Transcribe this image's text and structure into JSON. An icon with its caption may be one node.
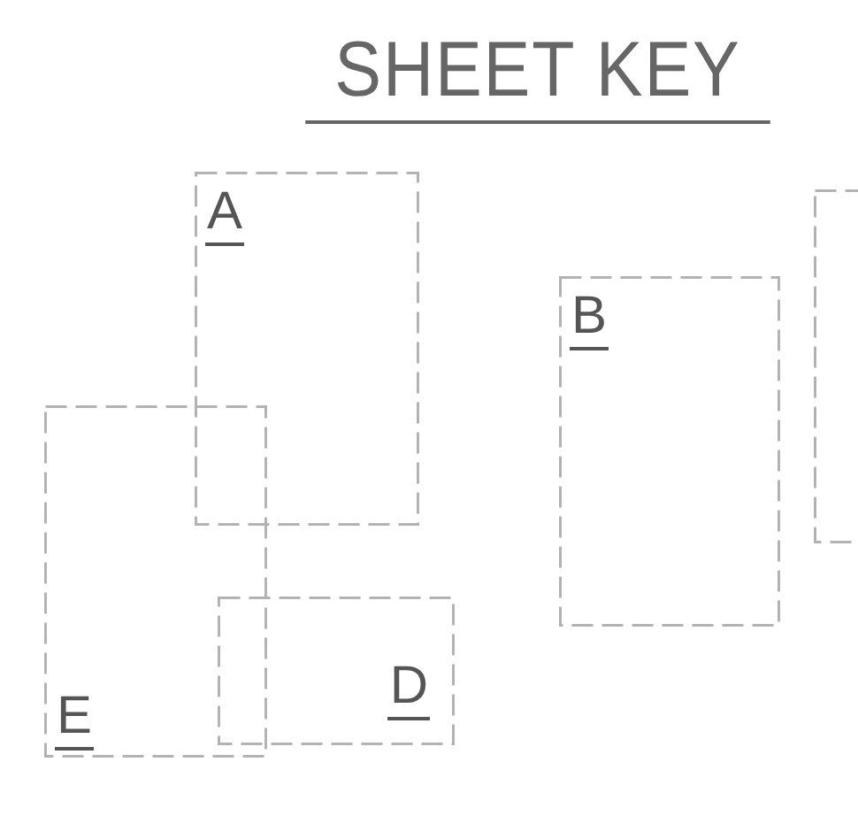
{
  "diagram": {
    "title": "SHEET KEY",
    "nodes": [
      {
        "text": [
          "A"
        ]
      },
      {
        "text": [
          "B"
        ]
      },
      {
        "text": [],
        "shape": "box"
      },
      {
        "text": [
          "E"
        ]
      },
      {
        "text": [
          "D"
        ]
      }
    ]
  }
}
